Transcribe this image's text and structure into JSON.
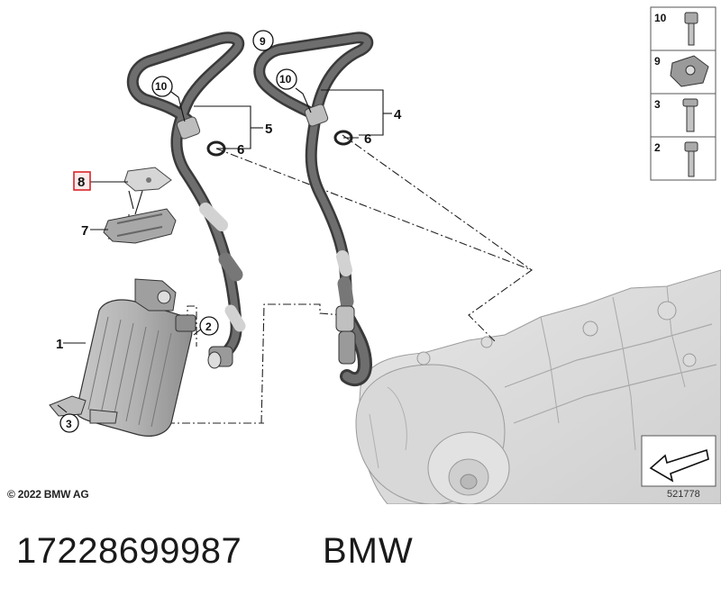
{
  "copyright": "© 2022 BMW AG",
  "part_number": "17228699987",
  "brand": "BMW",
  "diagram_ref": "521778",
  "callouts": {
    "c1": "1",
    "c2": "2",
    "c3": "3",
    "c4": "4",
    "c5": "5",
    "c6a": "6",
    "c6b": "6",
    "c7": "7",
    "c8": "8",
    "c9": "9",
    "c10a": "10",
    "c10b": "10"
  },
  "side_panel": [
    "10",
    "9",
    "3",
    "2"
  ],
  "highlight_color": "#d9252b"
}
